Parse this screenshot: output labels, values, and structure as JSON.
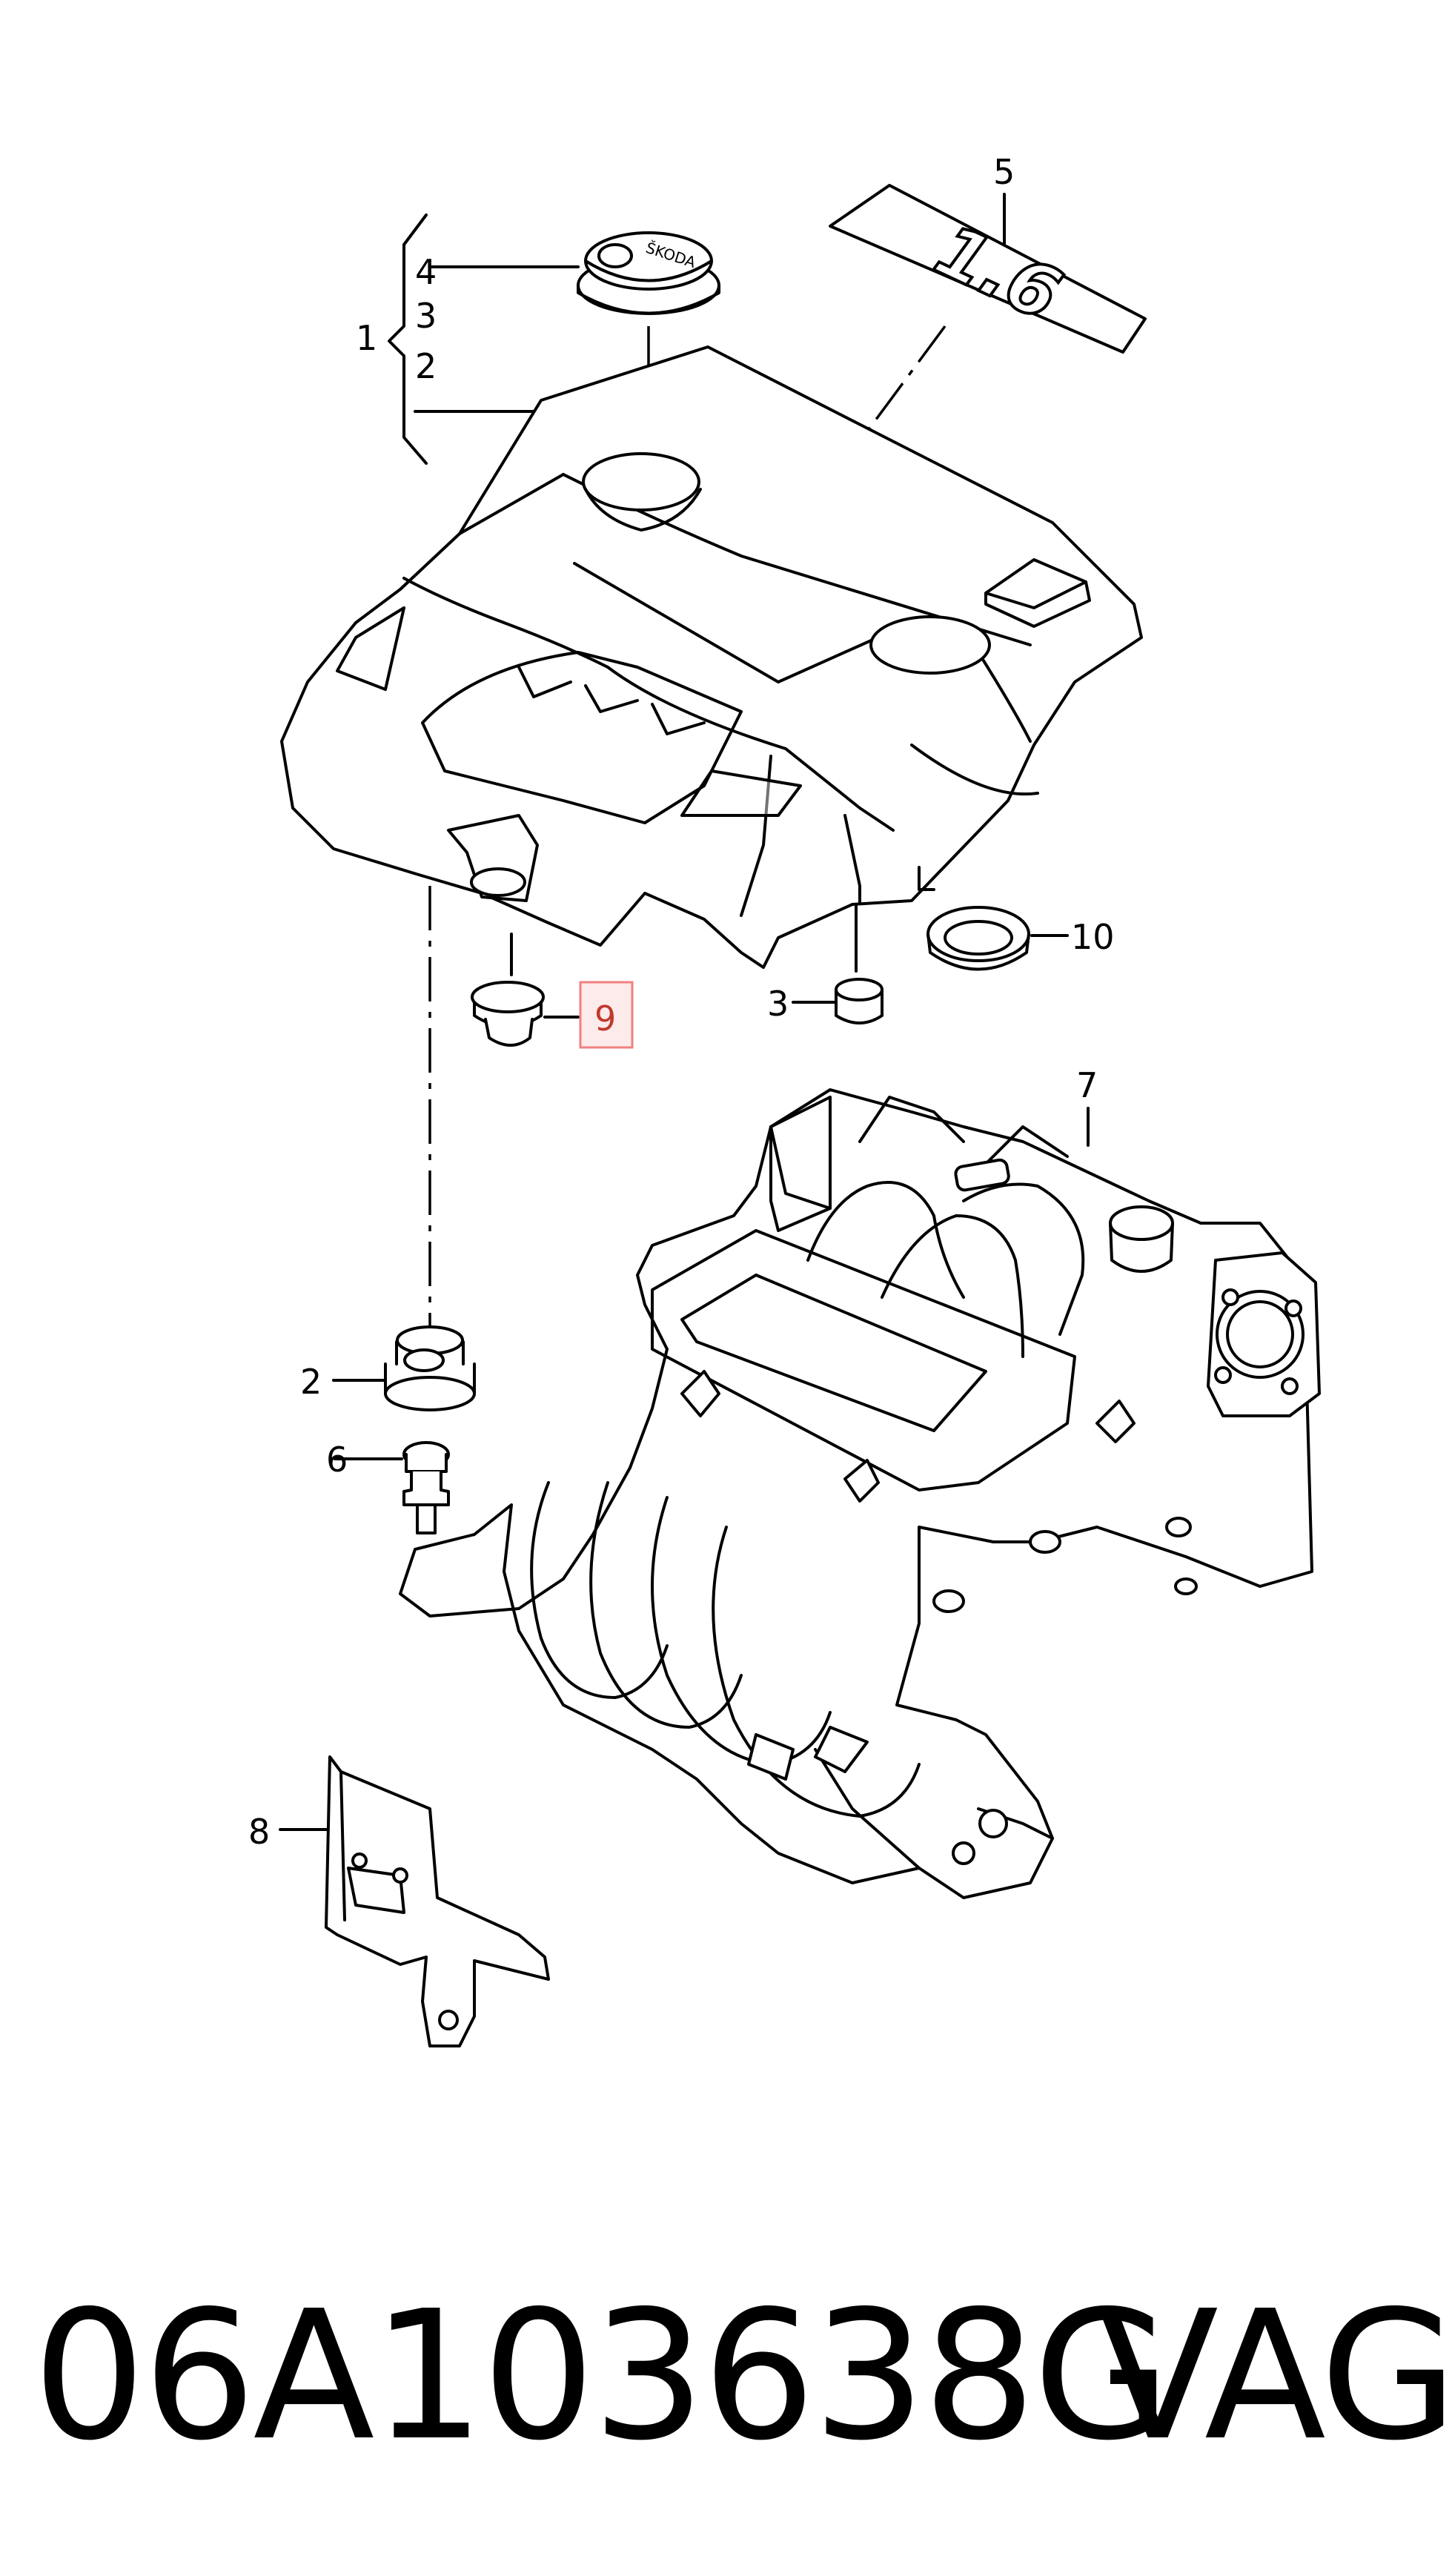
{
  "callouts": {
    "c1": "1",
    "c2a": "2",
    "c3a": "3",
    "c4": "4",
    "c5": "5",
    "c3b": "3",
    "c9": "9",
    "c10": "10",
    "c7": "7",
    "c2b": "2",
    "c6": "6",
    "c8": "8"
  },
  "badge_text": "1.6",
  "emblem_text": "ŠKODA",
  "highlight_color": "#f08080",
  "footer": {
    "part_number": "06A103638G",
    "brand": "VAG"
  }
}
